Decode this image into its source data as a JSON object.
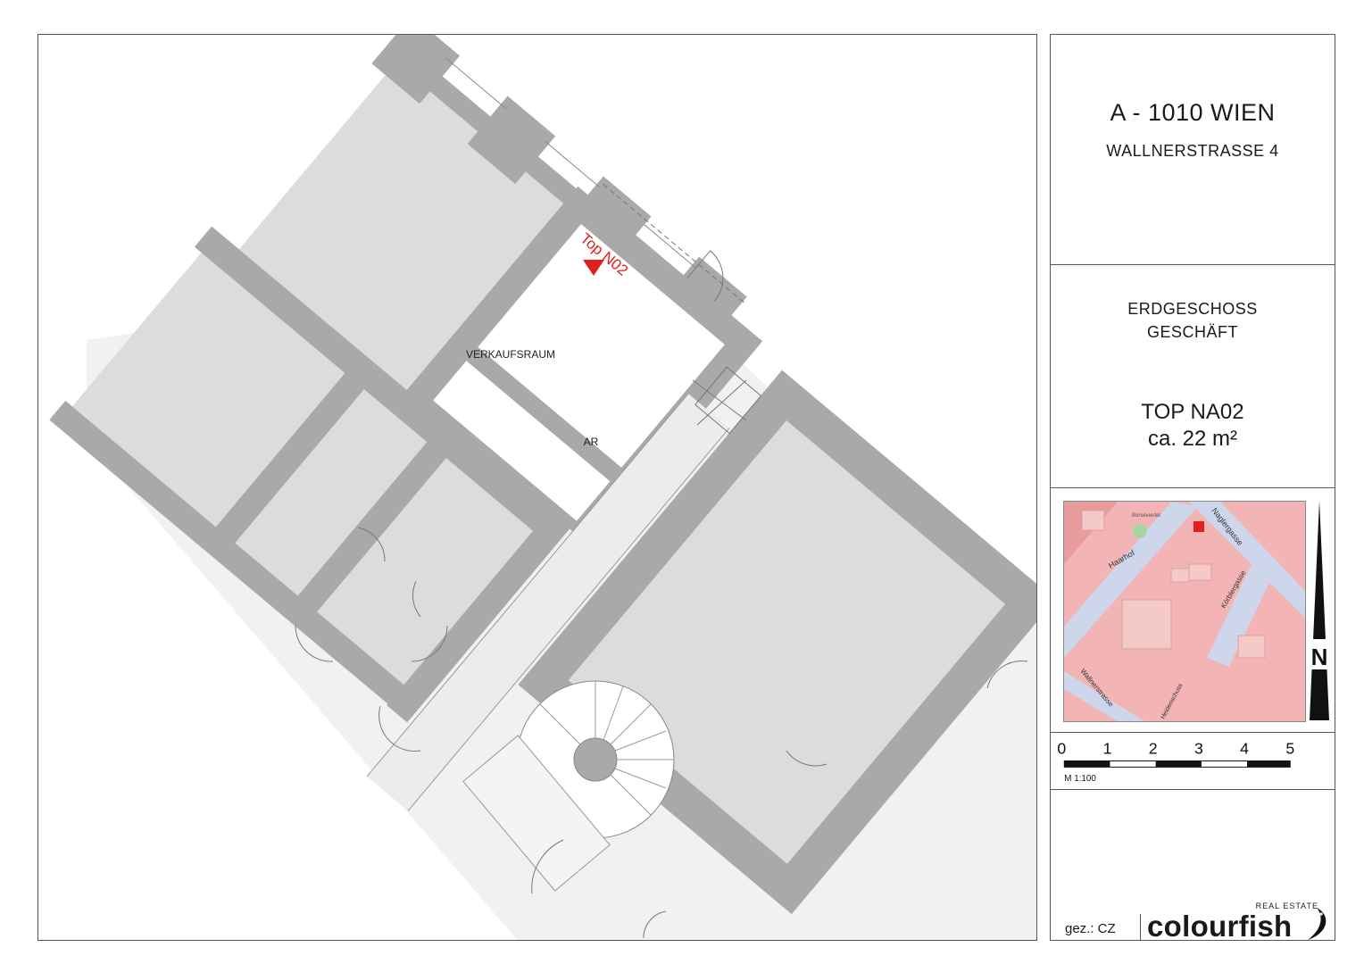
{
  "plan": {
    "room_verkaufsraum": "VERKAUFSRAUM",
    "room_ar": "AR",
    "unit_marker": "Top N02"
  },
  "title_block": {
    "city": "A - 1010 WIEN",
    "street": "WALLNERSTRASSE 4",
    "floor_line1": "ERDGESCHOSS",
    "floor_line2": "GESCHÄFT",
    "unit": "TOP NA02",
    "area": "ca. 22 m²"
  },
  "location_map": {
    "labels": {
      "boerseviertel": "Börseviertel",
      "naglergasse": "Naglergasse",
      "haarhof": "Haarhof",
      "koerblergasse": "Körblergasse",
      "wallnerstrasse": "Wallnerstrasse",
      "heidenschuss": "Heidenschuss"
    },
    "north_label": "N"
  },
  "scale": {
    "ticks": [
      "0",
      "1",
      "2",
      "3",
      "4",
      "5"
    ],
    "label": "M 1:100"
  },
  "footer": {
    "drawn_by": "gez.: CZ",
    "logo_tagline": "REAL ESTATE",
    "logo_name": "colourfish"
  },
  "colors": {
    "wall": "#a9a9a9",
    "room_fill": "#dcdcdc",
    "light_fill": "#ececec",
    "marker_red": "#e21e1e",
    "map_bg": "#f2b4b4",
    "map_street": "#cdd6ea"
  }
}
